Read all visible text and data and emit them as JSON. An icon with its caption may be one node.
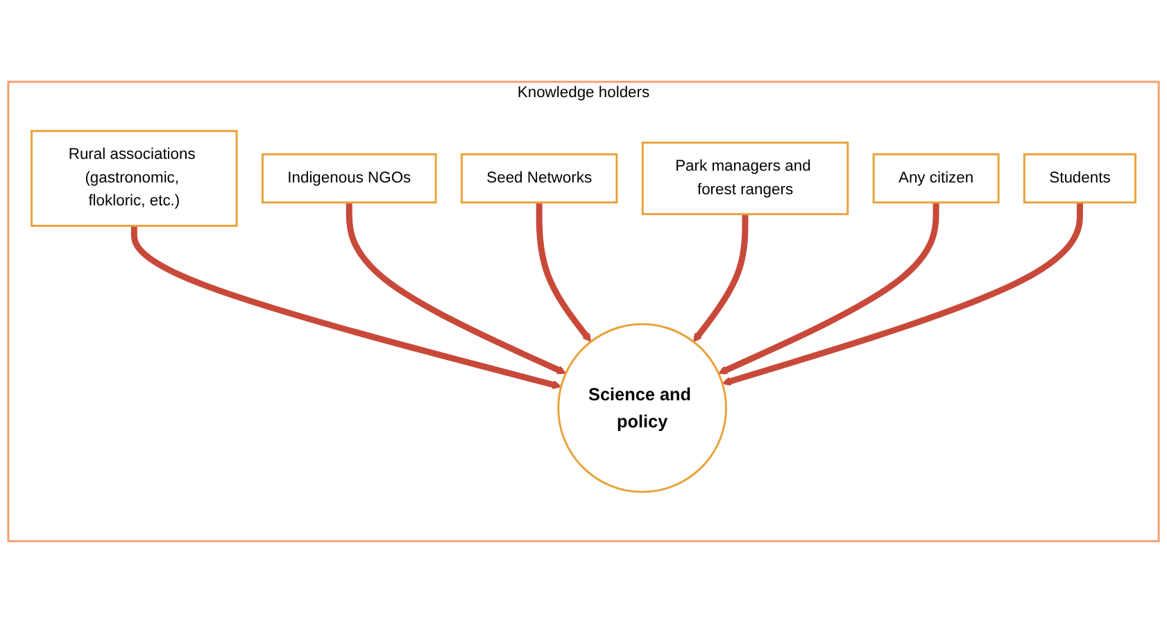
{
  "diagram": {
    "nodes": [
      {
        "text": [
          "Knowledge holders"
        ]
      },
      {
        "text": [
          "Rural associations (gastronomic, flokloric, etc.)"
        ],
        "in": 0
      },
      {
        "text": [
          "Indigenous NGOs"
        ],
        "in": 0
      },
      {
        "text": [
          "Seed Networks"
        ],
        "in": 0
      },
      {
        "text": [
          "Park managers and forest rangers"
        ],
        "in": 0
      },
      {
        "text": [
          "Any citizen"
        ],
        "in": 0
      },
      {
        "text": [
          "Science and policy"
        ],
        "in": 0
      },
      {
        "text": [
          "Students"
        ],
        "in": 0
      }
    ],
    "edges": [
      {
        "from": 1,
        "to": 6,
        "arrow": "to"
      },
      {
        "from": 2,
        "to": 6,
        "arrow": "to"
      },
      {
        "from": 3,
        "to": 6,
        "arrow": "to"
      },
      {
        "from": 4,
        "to": 6,
        "arrow": "to"
      },
      {
        "from": 5,
        "to": 6,
        "arrow": "to"
      },
      {
        "from": 7,
        "to": 6,
        "arrow": "to"
      }
    ]
  }
}
